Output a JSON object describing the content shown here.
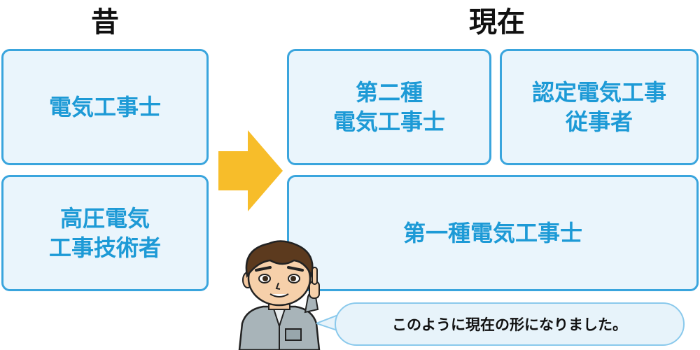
{
  "headings": {
    "past": "昔",
    "present": "現在"
  },
  "past_boxes": [
    {
      "label": "電気工事士"
    },
    {
      "label": "高圧電気\n工事技術者"
    }
  ],
  "present_boxes": [
    {
      "label": "第二種\n電気工事士"
    },
    {
      "label": "認定電気工事\n従事者"
    },
    {
      "label": "第一種電気工事士"
    }
  ],
  "speech_bubble": {
    "text": "このように現在の形になりました。"
  },
  "colors": {
    "box_border": "#3aa5dd",
    "box_fill": "#eaf5fc",
    "box_text": "#1d9ad6",
    "arrow": "#f7bd2a"
  },
  "icons": {
    "arrow": "right-arrow-icon",
    "character": "worker-character-icon"
  }
}
